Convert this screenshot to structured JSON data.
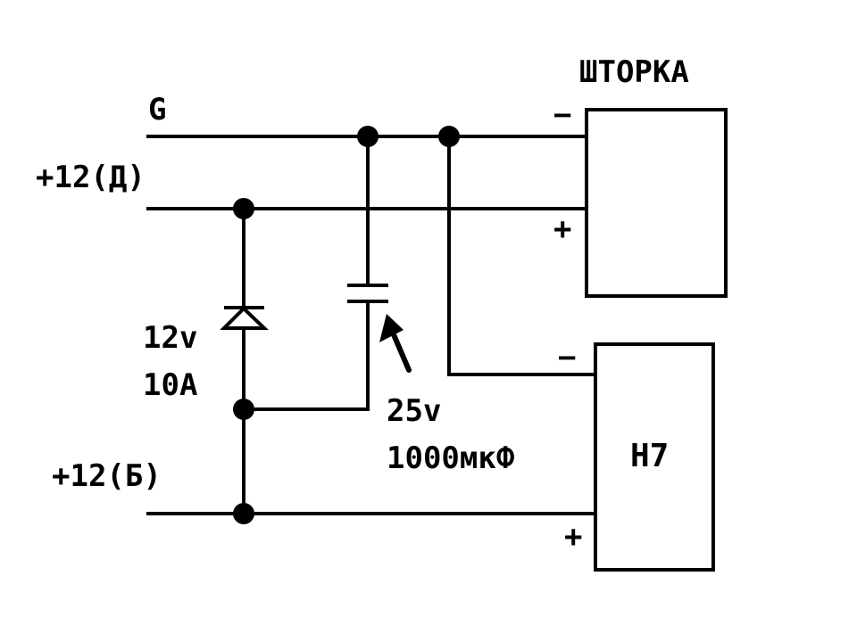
{
  "labels": {
    "ground": "G",
    "supply_d": "+12(Д)",
    "supply_b": "+12(Б)",
    "diode_voltage": "12v",
    "diode_current": "10A",
    "cap_voltage": "25v",
    "cap_capacitance": "1000мкФ",
    "load_top_name": "ШТОРКА",
    "load_bottom_name": "H7",
    "minus_sign": "−",
    "plus_sign": "+"
  },
  "colors": {
    "ink": "#000000",
    "background": "#ffffff"
  }
}
